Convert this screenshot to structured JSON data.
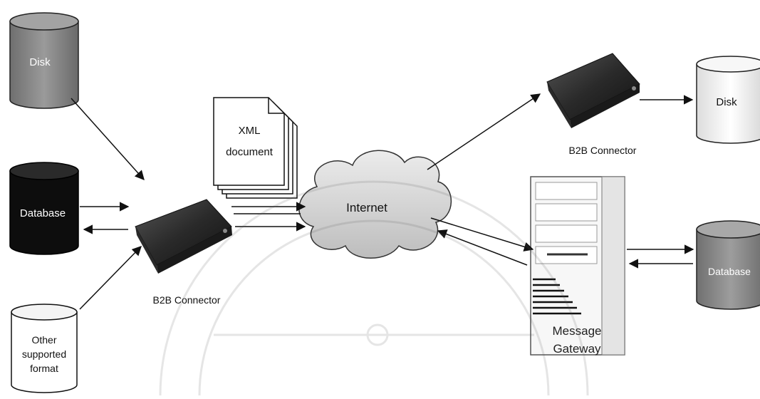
{
  "sources": {
    "disk": "Disk",
    "database": "Database",
    "other": [
      "Other",
      "supported",
      "format"
    ]
  },
  "connector_left": {
    "label": "B2B Connector"
  },
  "xml_document": [
    "XML",
    "document"
  ],
  "cloud": {
    "label": "Internet"
  },
  "connector_right": {
    "label": "B2B Connector"
  },
  "targets": {
    "disk": "Disk",
    "database": "Database"
  },
  "gateway": {
    "label": [
      "Message",
      "Gateway"
    ]
  },
  "colors": {
    "disk_left": "#8a8a8a",
    "database_left": "#111111",
    "disk_right": "#f1f1f1",
    "database_right": "#8c8c8c",
    "device": "#3a3a3a",
    "cloud": "#dcdcdc"
  }
}
